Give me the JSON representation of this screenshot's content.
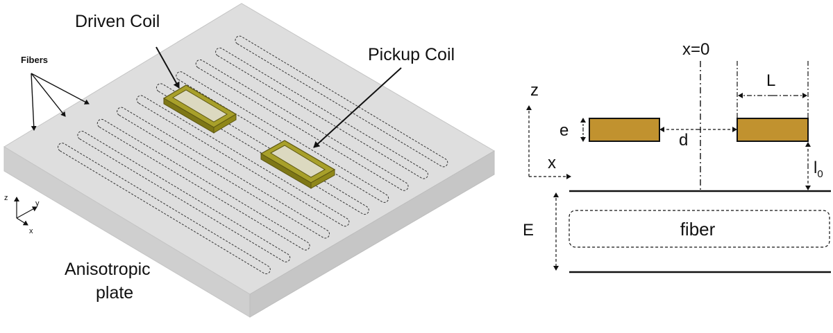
{
  "labels": {
    "driven_coil": "Driven Coil",
    "pickup_coil": "Pickup Coil",
    "fibers": "Fibers",
    "plate_line1": "Anisotropic",
    "plate_line2": "plate"
  },
  "axes3d": {
    "z": "z",
    "y": "y",
    "x": "x"
  },
  "schematic": {
    "x0": "x=0",
    "z": "z",
    "x": "x",
    "e": "e",
    "d": "d",
    "L": "L",
    "l": "l",
    "l_sub": "0",
    "E": "E",
    "fiber": "fiber"
  },
  "colors": {
    "plate_top": "#dedede",
    "plate_front": "#cfcfcf",
    "plate_side": "#c6c6c6",
    "coil_3d": "#a8a02a",
    "coil_rect": "#c1922f",
    "line": "#111111"
  }
}
